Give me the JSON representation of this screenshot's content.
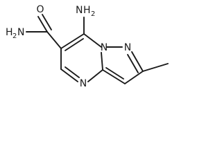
{
  "molecule": {
    "atoms": {
      "oxygen": "O",
      "amine_top_n": "N",
      "amine_top_h": "H",
      "amine_top_sub": "2",
      "amide_n_h": "H",
      "amide_n_sub": "2",
      "amide_n": "N",
      "ring_n_pyrazole": "N",
      "ring_n_bridge": "N",
      "ring_n_bottom": "N"
    },
    "bond_color": "#1a1a1a",
    "background": "#ffffff"
  }
}
